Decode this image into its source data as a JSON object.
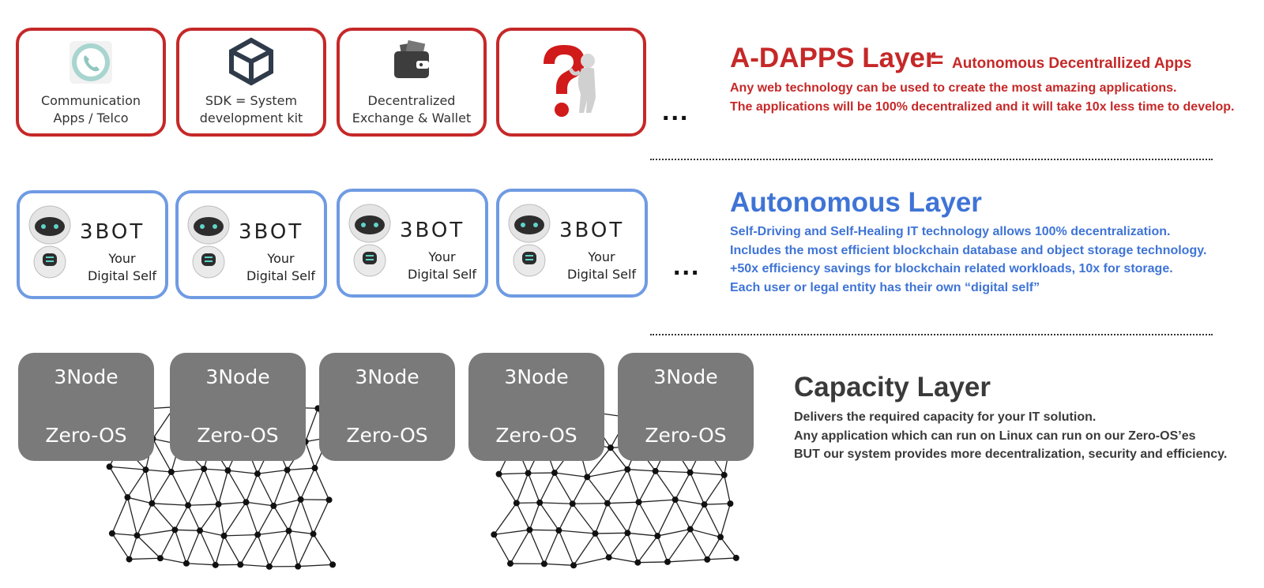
{
  "apps": [
    {
      "icon": "phone-icon",
      "label": "Communication\nApps / Telco"
    },
    {
      "icon": "unity-icon",
      "label": "SDK = System\ndevelopment kit"
    },
    {
      "icon": "wallet-icon",
      "label": "Decentralized\nExchange & Wallet"
    },
    {
      "icon": "question-figure-icon",
      "label": ""
    }
  ],
  "ellipsis": "...",
  "adapps": {
    "title": "A-DAPPS Layer",
    "equals": "=",
    "subtitle": "Autonomous Decentrallized Apps",
    "lines": [
      "Any web technology can be used to create the most amazing applications.",
      "The applications will be 100% decentralized and it will take 10x less time to develop."
    ],
    "color": "#c62828"
  },
  "bots": [
    {
      "logo": "3BOT",
      "label": "Your\nDigital Self"
    },
    {
      "logo": "3BOT",
      "label": "Your\nDigital Self"
    },
    {
      "logo": "3BOT",
      "label": "Your\nDigital Self"
    },
    {
      "logo": "3BOT",
      "label": "Your\nDigital Self"
    }
  ],
  "autonomous": {
    "title": "Autonomous Layer",
    "lines": [
      "Self-Driving and Self-Healing IT technology allows 100% decentralization.",
      "Includes the most efficient blockchain database and object storage technology.",
      "+50x efficiency savings for blockchain related workloads, 10x for storage.",
      "Each user or legal entity has their own “digital self”"
    ],
    "color": "#3f74d6"
  },
  "nodes": [
    {
      "name": "3Node",
      "os": "Zero-OS"
    },
    {
      "name": "3Node",
      "os": "Zero-OS"
    },
    {
      "name": "3Node",
      "os": "Zero-OS"
    },
    {
      "name": "3Node",
      "os": "Zero-OS"
    },
    {
      "name": "3Node",
      "os": "Zero-OS"
    }
  ],
  "capacity": {
    "title": "Capacity Layer",
    "lines": [
      "Delivers the required capacity for your IT solution.",
      "Any application which can run on Linux can run on our Zero-OS’es",
      "BUT our system provides more decentralization, security and efficiency."
    ],
    "color": "#3a3a3a"
  }
}
